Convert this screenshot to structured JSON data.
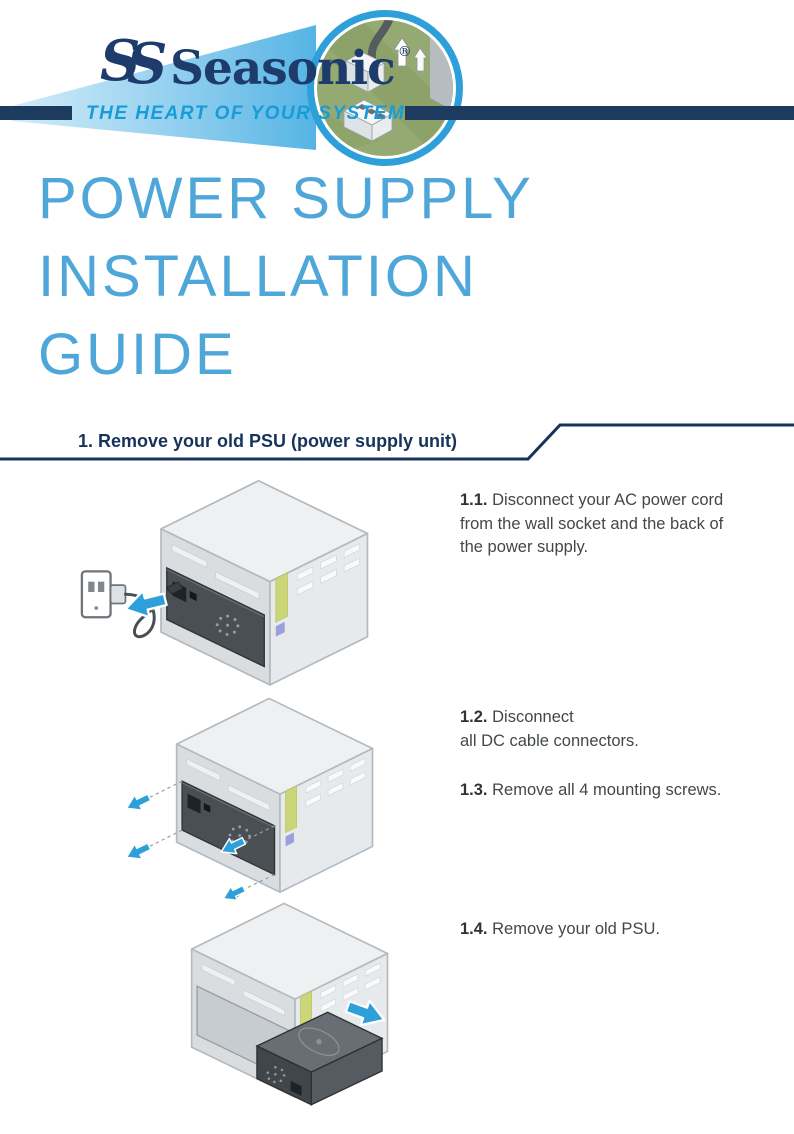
{
  "brand": {
    "name": "Seasonic",
    "registered_mark": "®",
    "tagline": "THE HEART OF YOUR SYSTEM"
  },
  "title_lines": [
    "POWER SUPPLY",
    "INSTALLATION",
    "GUIDE"
  ],
  "section": {
    "heading": "1. Remove your old PSU (power supply unit)"
  },
  "steps": [
    {
      "num": "1.1.",
      "text": "Disconnect your AC power cord\nfrom the wall socket and the back of\nthe power supply."
    },
    {
      "num": "1.2.",
      "text": "Disconnect\nall DC cable connectors."
    },
    {
      "num": "1.3.",
      "text": "Remove all 4 mounting screws."
    },
    {
      "num": "1.4.",
      "text": "Remove your old PSU."
    }
  ],
  "figures": {
    "fig1": "pc-case-with-ac-cord-and-wall-socket",
    "magnifier": "dc-cable-connector-closeup",
    "fig2": "pc-case-with-four-mounting-screws",
    "fig3": "pc-case-with-psu-removed"
  },
  "colors": {
    "logo_navy": "#1d3c6b",
    "bar_navy": "#1d3a5f",
    "tagline_blue": "#189cd8",
    "title_blue": "#4fa7d9",
    "heading_navy": "#16335b",
    "body_text": "#42474c",
    "accent_blue": "#2da0d9",
    "magnifier_green": "#95aa73"
  }
}
